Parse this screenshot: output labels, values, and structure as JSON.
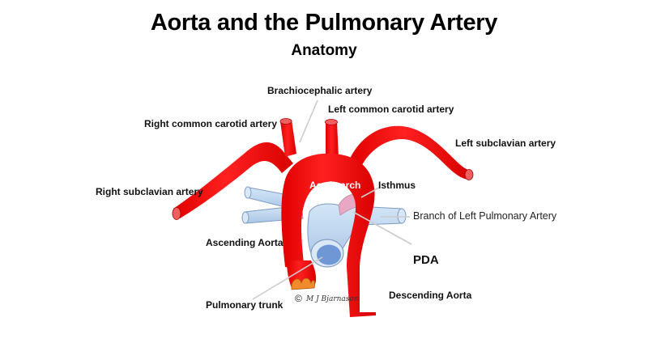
{
  "title": "Aorta and the Pulmonary Artery",
  "subtitle": "Anatomy",
  "labels": {
    "brachiocephalic": "Brachiocephalic  artery",
    "left_common_carotid": "Left common carotid  artery",
    "right_common_carotid": "Right  common carotid artery",
    "left_subclavian": "Left subclavian  artery",
    "right_subclavian": "Right subclavian artery",
    "aortic_arch": "Aortic arch",
    "isthmus": "Isthmus",
    "branch_lpa": "Branch of Left Pulmonary Artery",
    "ascending_aorta": "Ascending Aorta",
    "pda": "PDA",
    "pulmonary_trunk": "Pulmonary  trunk",
    "descending_aorta": "Descending Aorta"
  },
  "signature": {
    "copyright_symbol": "©",
    "author_initials": "M J Bjarnason"
  },
  "colors": {
    "aorta": "#ff1a1a",
    "aorta_dark": "#c40000",
    "pulmonary": "#b9d4ee",
    "pulmonary_stroke": "#7f9cc0",
    "trunk_lumen": "#6f97d6",
    "valve": "#e0781a",
    "pointer_line": "#c8c8c8"
  }
}
